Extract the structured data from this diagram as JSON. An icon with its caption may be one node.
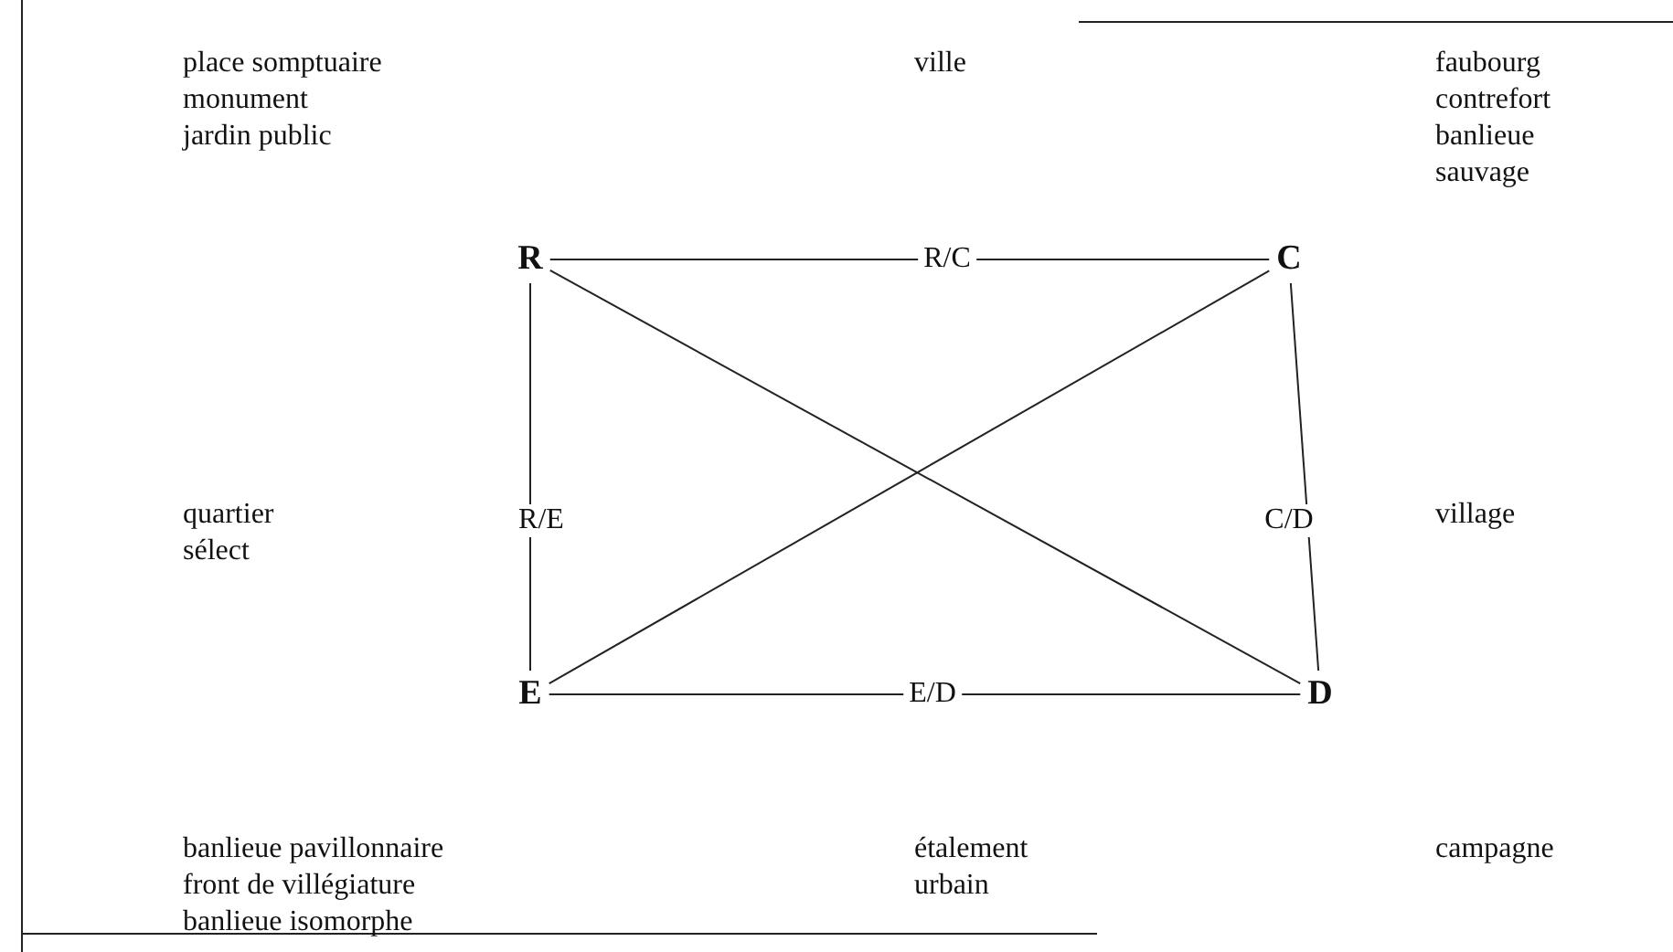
{
  "diagram": {
    "nodes": [
      {
        "text": [
          "R"
        ]
      },
      {
        "text": [
          "C"
        ]
      },
      {
        "text": [
          "E"
        ]
      },
      {
        "text": [
          "D"
        ]
      }
    ],
    "edges": [
      {
        "from": 0,
        "to": 1,
        "arrow": "none",
        "label": "R/C"
      },
      {
        "from": 0,
        "to": 2,
        "arrow": "none",
        "label": "R/E"
      },
      {
        "from": 1,
        "to": 3,
        "arrow": "none",
        "label": "C/D"
      },
      {
        "from": 2,
        "to": 3,
        "arrow": "none",
        "label": "E/D"
      },
      {
        "from": 0,
        "to": 3,
        "arrow": "none"
      },
      {
        "from": 2,
        "to": 1,
        "arrow": "none"
      }
    ],
    "labels": [
      "place somptuaire",
      "monument",
      "jardin public",
      "ville",
      "faubourg",
      "contrefort",
      "banlieue",
      "sauvage",
      "quartier sélect",
      "village",
      "banlieue pavillonnaire",
      "front de villégiature",
      "banlieue isomorphe",
      "étalement urbain",
      "campagne"
    ]
  }
}
